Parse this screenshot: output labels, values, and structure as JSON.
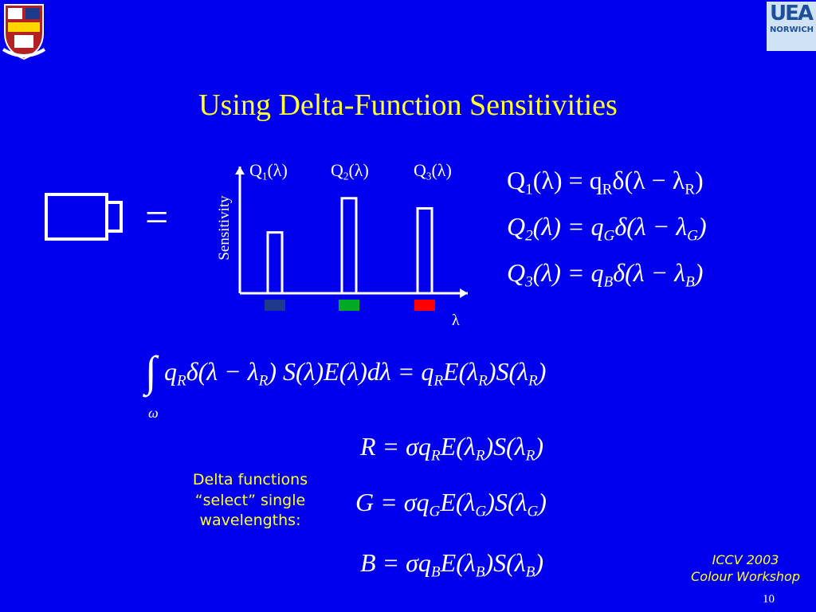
{
  "title": "Using Delta-Function Sensitivities",
  "logos": {
    "left": "University crest",
    "right": "UEA NORWICH"
  },
  "diagram": {
    "equals": "=",
    "ylabel": "Sensitivity",
    "xlabel": "λ",
    "peaks": [
      {
        "label_main": "Q",
        "label_sub": "1",
        "label_tail": "(λ)",
        "color": "#1e3a8a",
        "height": 0.48
      },
      {
        "label_main": "Q",
        "label_sub": "2",
        "label_tail": "(λ)",
        "color": "#00aa22",
        "height": 0.75
      },
      {
        "label_main": "Q",
        "label_sub": "3",
        "label_tail": "(λ)",
        "color": "#ff0000",
        "height": 0.67
      }
    ]
  },
  "equations": {
    "q1": {
      "lhs": "Q",
      "sub": "1",
      "mid": "(λ) = q",
      "sub2": "R",
      "tail": "δ(λ − λ",
      "sub3": "R",
      "end": ")"
    },
    "q2": {
      "lhs": "Q",
      "sub": "2",
      "mid": "(λ) = q",
      "sub2": "G",
      "tail": "δ(λ − λ",
      "sub3": "G",
      "end": ")"
    },
    "q3": {
      "lhs": "Q",
      "sub": "3",
      "mid": "(λ) = q",
      "sub2": "B",
      "tail": "δ(λ − λ",
      "sub3": "B",
      "end": ")"
    },
    "integral": {
      "sign": "∫",
      "lower": "ω",
      "body": "q",
      "s1": "R",
      "b2": "δ(λ − λ",
      "s2": "R",
      "b3": ") S(λ)E(λ)dλ = q",
      "s3": "R",
      "b4": "E(λ",
      "s4": "R",
      "b5": ")S(λ",
      "s5": "R",
      "b6": ")"
    },
    "rgb": [
      {
        "ch": "R",
        "a": " = σq",
        "s1": "R",
        "b": "E(λ",
        "s2": "R",
        "c": ")S(λ",
        "s3": "R",
        "d": ")"
      },
      {
        "ch": "G",
        "a": " = σq",
        "s1": "G",
        "b": "E(λ",
        "s2": "G",
        "c": ")S(λ",
        "s3": "G",
        "d": ")"
      },
      {
        "ch": "B",
        "a": " = σq",
        "s1": "B",
        "b": "E(λ",
        "s2": "B",
        "c": ")S(λ",
        "s3": "B",
        "d": ")"
      }
    ]
  },
  "note": {
    "line1": "Delta functions",
    "line2": "“select” single",
    "line3": "wavelengths:"
  },
  "footer": {
    "line1": "ICCV 2003",
    "line2": "Colour Workshop",
    "page": "10"
  }
}
